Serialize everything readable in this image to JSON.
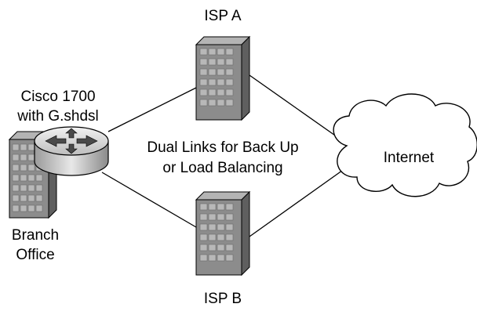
{
  "labels": {
    "isp_a": "ISP A",
    "isp_b": "ISP B",
    "router_line1": "Cisco 1700",
    "router_line2": "with G.shdsl",
    "branch_line1": "Branch",
    "branch_line2": "Office",
    "links_line1": "Dual Links for Back Up",
    "links_line2": "or Load Balancing",
    "internet": "Internet"
  },
  "colors": {
    "line": "#000000",
    "building_front": "#8c8c8c",
    "building_side": "#5f5f5f",
    "building_top": "#b4b4b4",
    "window": "#b8b8b8",
    "router_body": "#c9c9c9",
    "cloud_fill": "#ffffff"
  },
  "icons": {
    "isp_a": "server-building-icon",
    "isp_b": "server-building-icon",
    "branch": "office-building-icon",
    "router": "router-icon",
    "internet": "cloud-icon"
  }
}
